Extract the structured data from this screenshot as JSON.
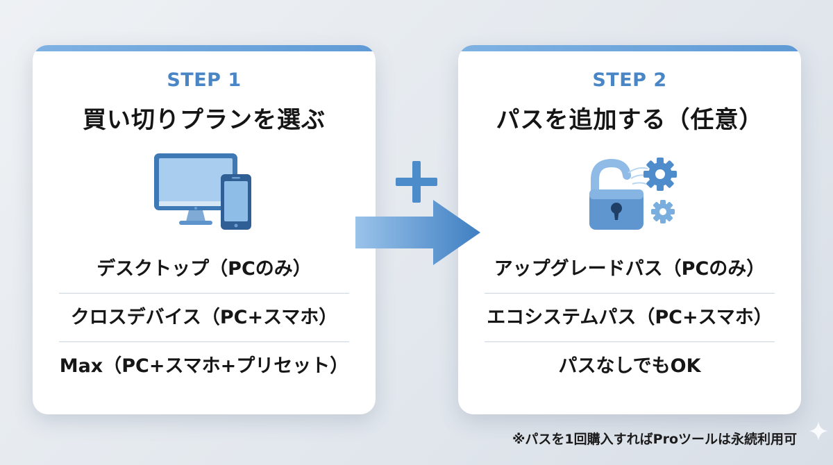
{
  "steps": [
    {
      "label": "STEP 1",
      "title": "買い切りプランを選ぶ",
      "icon": "monitor-and-smartphone-icon",
      "options": [
        "デスクトップ（PCのみ）",
        "クロスデバイス（PC+スマホ）",
        "Max（PC+スマホ+プリセット）"
      ]
    },
    {
      "label": "STEP 2",
      "title": "パスを追加する（任意）",
      "icon": "unlocked-padlock-with-gears-icon",
      "options": [
        "アップグレードパス（PCのみ）",
        "エコシステムパス（PC+スマホ）",
        "パスなしでもOK"
      ]
    }
  ],
  "connector": {
    "plus_icon": "plus-icon",
    "arrow_icon": "arrow-right-icon"
  },
  "footnote": "※パスを1回購入すればProツールは永続利用可",
  "colors": {
    "accent": "#4a86c5",
    "card_top_bar": "#6fa6dc",
    "icon_light": "#9cc4ea",
    "icon_dark": "#3f79b5"
  }
}
